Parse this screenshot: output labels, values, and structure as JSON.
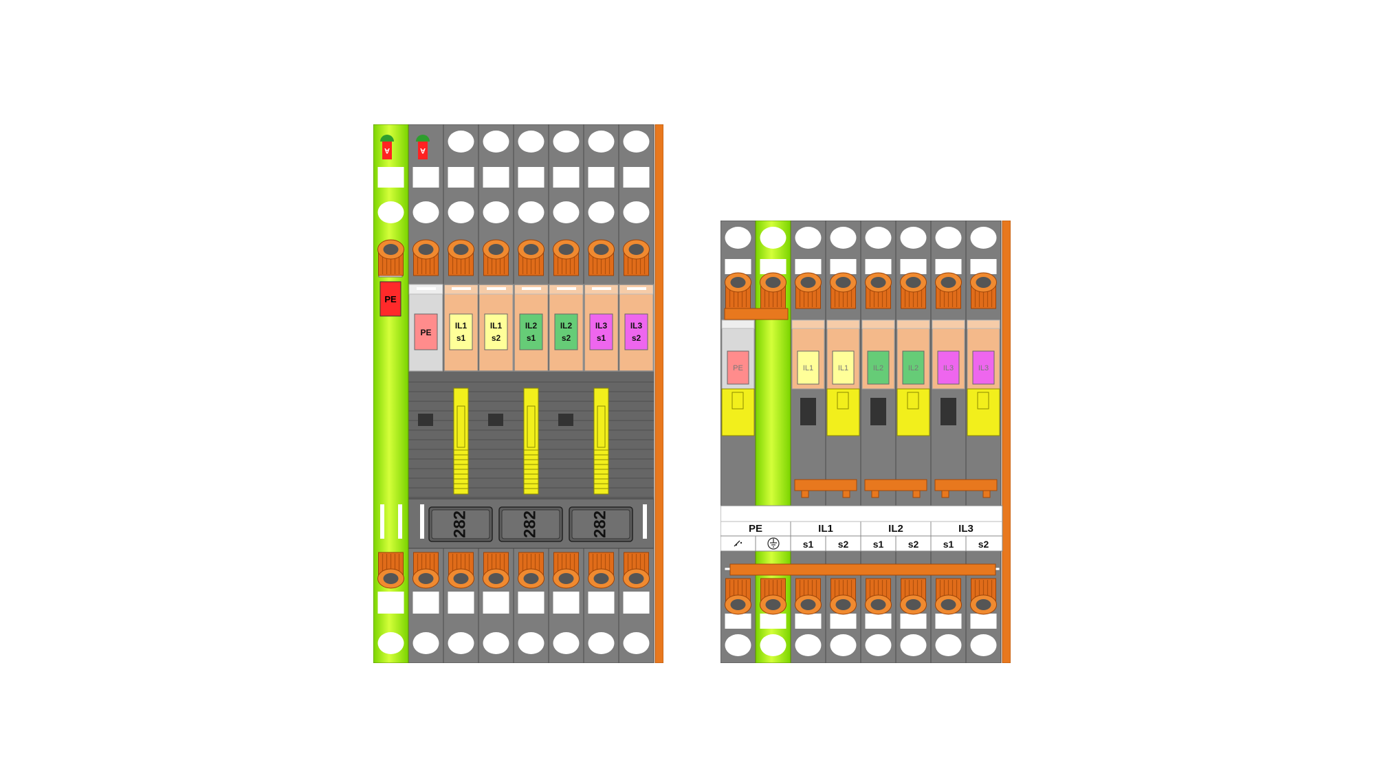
{
  "colors": {
    "terminal_gray": "#7d7d7d",
    "terminal_dark": "#5e5e5e",
    "pe_green": "#8fe600",
    "pe_green_light": "#d4ff3a",
    "end_plate_orange": "#e8781e",
    "screw_orange": "#e06c1a",
    "fuse_peach": "#f4b98a",
    "label_yellow": "#ffff99",
    "label_green": "#66cc77",
    "label_magenta": "#ee66ee",
    "label_red": "#ff2a2a",
    "label_pink": "#ff8c8c",
    "slider_yellow": "#f2ef1c"
  },
  "assemblyA": {
    "pe_main_label": "PE",
    "top_marker_letter": "A",
    "modules": [
      {
        "line1": "PE",
        "line2": "",
        "color": "#ff8c8c"
      },
      {
        "line1": "IL1",
        "line2": "s1",
        "color": "#ffff99"
      },
      {
        "line1": "IL1",
        "line2": "s2",
        "color": "#ffff99"
      },
      {
        "line1": "IL2",
        "line2": "s1",
        "color": "#66cc77"
      },
      {
        "line1": "IL2",
        "line2": "s2",
        "color": "#66cc77"
      },
      {
        "line1": "IL3",
        "line2": "s1",
        "color": "#ee66ee"
      },
      {
        "line1": "IL3",
        "line2": "s2",
        "color": "#ee66ee"
      }
    ],
    "bridge_labels": [
      "282",
      "282",
      "282"
    ]
  },
  "assemblyB": {
    "modules": [
      {
        "label": "PE",
        "color": "#ff8c8c"
      },
      {
        "label": "IL1",
        "color": "#ffff99"
      },
      {
        "label": "IL1",
        "color": "#ffff99"
      },
      {
        "label": "IL2",
        "color": "#66cc77"
      },
      {
        "label": "IL2",
        "color": "#66cc77"
      },
      {
        "label": "IL3",
        "color": "#ee66ee"
      },
      {
        "label": "IL3",
        "color": "#ee66ee"
      }
    ],
    "group_labels": [
      "PE",
      "IL1",
      "IL2",
      "IL3"
    ],
    "sub_labels": [
      "s1",
      "s2",
      "s1",
      "s2",
      "s1",
      "s2"
    ],
    "pe_symbols": [
      "functional-earth-icon",
      "protective-earth-icon"
    ]
  }
}
